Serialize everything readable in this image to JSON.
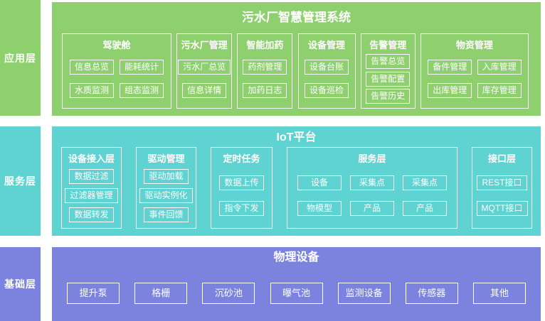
{
  "colors": {
    "app_layer": "#8FD06E",
    "service_layer": "#5ED3D1",
    "base_layer": "#7B83DE",
    "text": "#FFFFFF",
    "page_background": "#FFFFFF"
  },
  "layers": [
    {
      "label": "应用层",
      "title": "污水厂智慧管理系统",
      "groups": [
        {
          "title": "驾驶舱",
          "items": [
            "信息总览",
            "能耗统计",
            "水质监测",
            "组态监测"
          ]
        },
        {
          "title": "污水厂管理",
          "items": [
            "污水厂总览",
            "信息详情"
          ]
        },
        {
          "title": "智能加药",
          "items": [
            "药剂管理",
            "加药日志"
          ]
        },
        {
          "title": "设备管理",
          "items": [
            "设备台账",
            "设备巡检"
          ]
        },
        {
          "title": "告警管理",
          "items": [
            "告警总览",
            "告警配置",
            "告警历史"
          ]
        },
        {
          "title": "物资管理",
          "items": [
            "备件管理",
            "入库管理",
            "出库管理",
            "库存管理"
          ]
        }
      ]
    },
    {
      "label": "服务层",
      "title": "IoT平台",
      "groups": [
        {
          "title": "设备接入层",
          "items": [
            "数据过滤",
            "过滤器管理",
            "数据转发"
          ]
        },
        {
          "title": "驱动管理",
          "items": [
            "驱动加载",
            "驱动实例化",
            "事件回馈"
          ]
        },
        {
          "title": "定时任务",
          "items": [
            "数据上传",
            "指令下发"
          ]
        },
        {
          "title": "服务层",
          "items": [
            "设备",
            "采集点",
            "采集点",
            "物模型",
            "产品",
            "产品"
          ]
        },
        {
          "title": "接口层",
          "items": [
            "REST接口",
            "MQTT接口"
          ]
        }
      ]
    },
    {
      "label": "基础层",
      "title": "物理设备",
      "items": [
        "提升泵",
        "格栅",
        "沉砂池",
        "曝气池",
        "监测设备",
        "传感器",
        "其他"
      ]
    }
  ]
}
